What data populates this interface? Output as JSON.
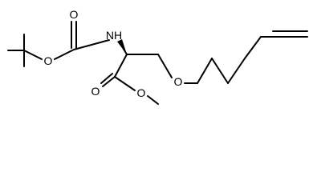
{
  "atoms": {
    "nh": "NH",
    "carbonyl_o": "O",
    "ester_o": "O",
    "ether_o": "O",
    "ester_carbonyl_o": "O",
    "methoxy_o": "O"
  },
  "colors": {
    "bond": "#000000",
    "label": "#000000",
    "background": "#ffffff"
  }
}
